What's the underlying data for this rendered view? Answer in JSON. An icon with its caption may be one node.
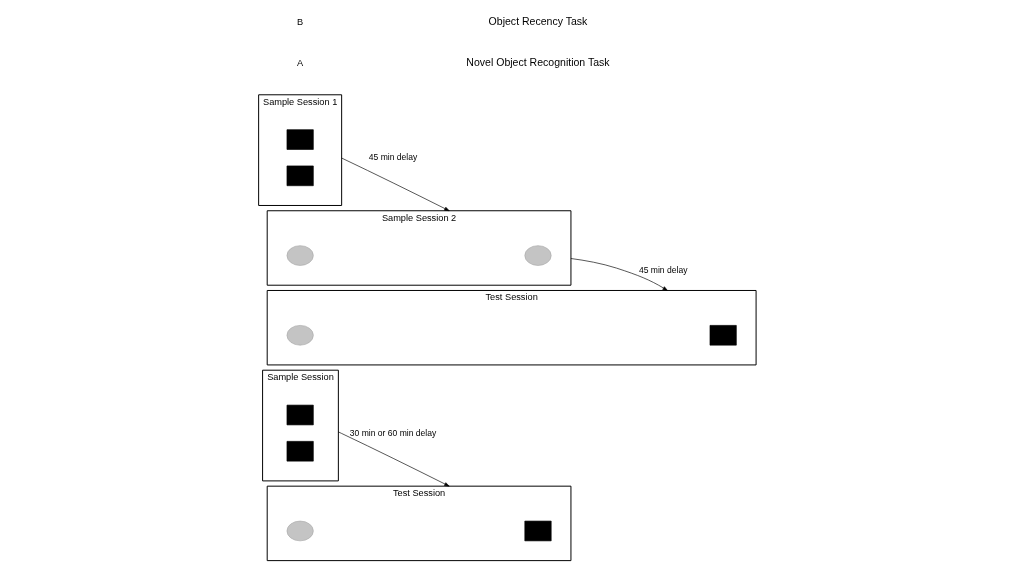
{
  "diagram": {
    "nodes": [
      {
        "text": [
          "Sample Session"
        ]
      },
      {
        "text": [],
        "shape": "box",
        "in": 0
      },
      {
        "text": [],
        "shape": "box",
        "in": 0
      },
      {
        "text": [
          "Test Session"
        ]
      },
      {
        "text": [],
        "shape": "box",
        "in": 3
      },
      {
        "text": [],
        "shape": "circle",
        "in": 3
      },
      {
        "text": [
          "Sample Session 1"
        ]
      },
      {
        "text": [],
        "shape": "box",
        "in": 6
      },
      {
        "text": [],
        "shape": "box",
        "in": 6
      },
      {
        "text": [
          "Sample Session 2"
        ]
      },
      {
        "text": [],
        "shape": "circle",
        "in": 9
      },
      {
        "text": [],
        "shape": "circle",
        "in": 9
      },
      {
        "text": [
          "Test Session"
        ]
      },
      {
        "text": [],
        "shape": "box",
        "in": 12
      },
      {
        "text": [],
        "shape": "circle",
        "in": 12
      }
    ],
    "edges": [
      {
        "from": 0,
        "to": 3,
        "arrow": "to",
        "label": "30 min or 60 min delay"
      },
      {
        "from": 6,
        "to": 9,
        "arrow": "to",
        "label": "45 min delay"
      },
      {
        "from": 9,
        "to": 12,
        "arrow": "to",
        "label": "45 min delay"
      }
    ],
    "labels": [
      "A",
      "Novel Object Recognition Task",
      "B",
      "Object Recency Task"
    ]
  }
}
